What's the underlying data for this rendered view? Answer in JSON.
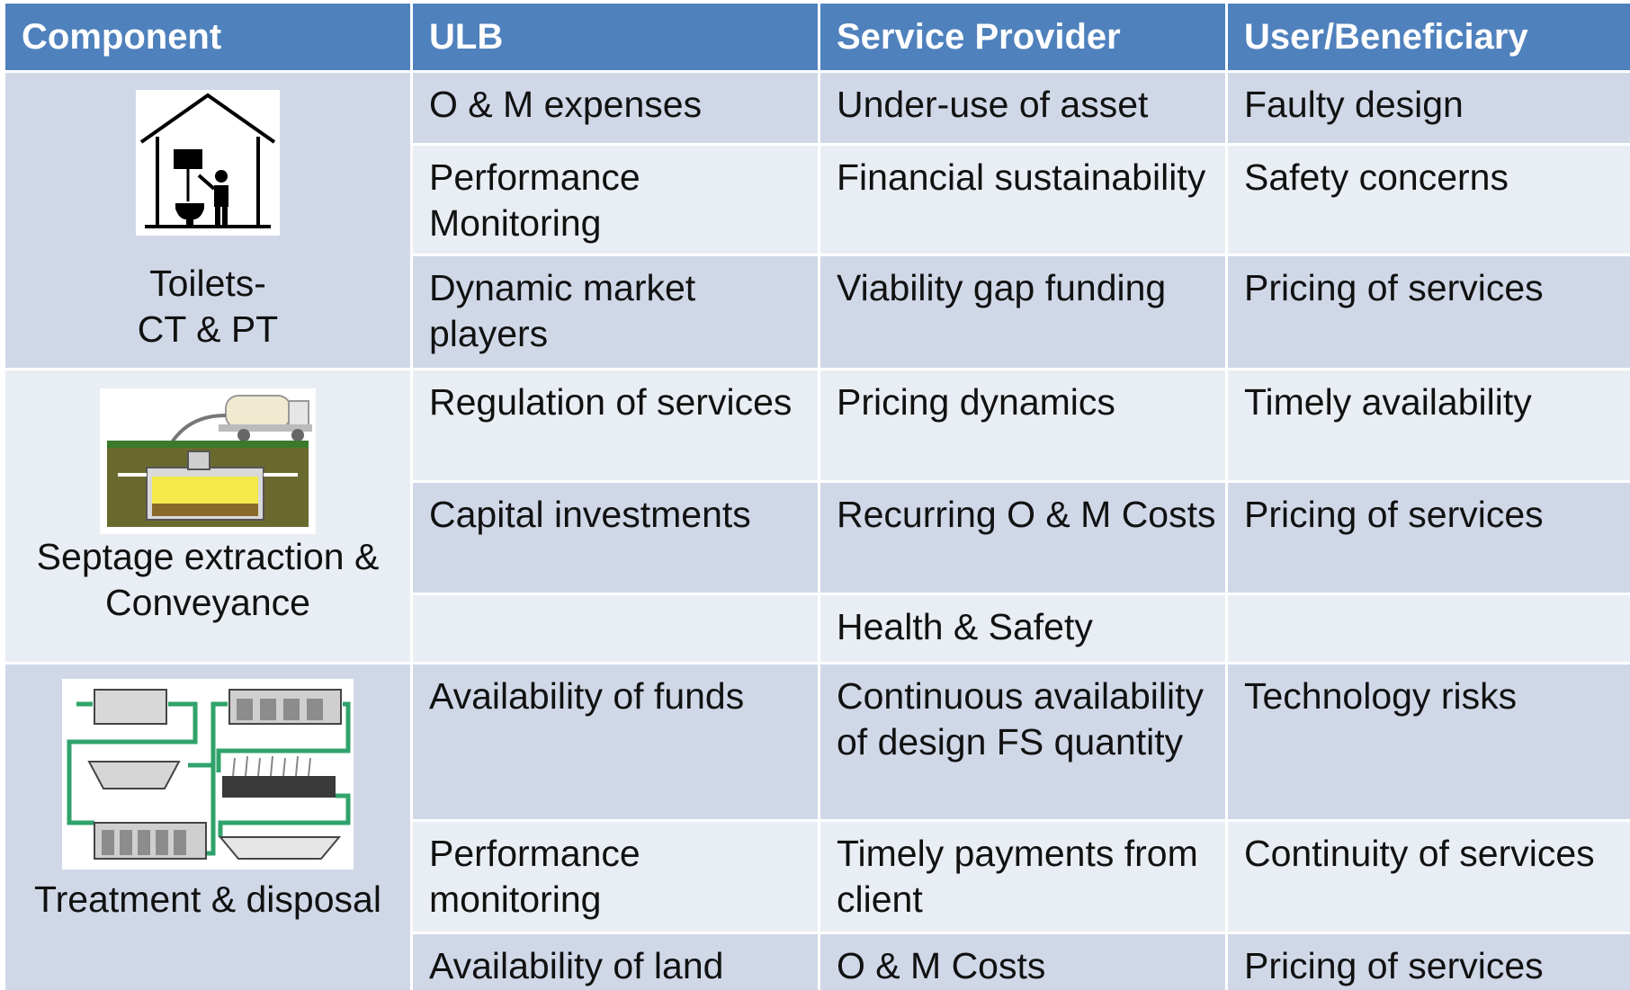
{
  "headers": [
    "Component",
    "ULB",
    "Service Provider",
    "User/Beneficiary"
  ],
  "components": [
    {
      "label_lines": [
        "Toilets-",
        "CT & PT"
      ],
      "image_icon": "toilet-icon"
    },
    {
      "label_lines": [
        "Septage extraction &",
        "Conveyance"
      ],
      "image_icon": "septic-tank-truck-icon"
    },
    {
      "label_lines": [
        "Treatment & disposal"
      ],
      "image_icon": "treatment-plant-diagram-icon"
    }
  ],
  "rows": [
    {
      "ulb": "O & M expenses",
      "provider": "Under-use of asset",
      "user": "Faulty design"
    },
    {
      "ulb": "Performance Monitoring",
      "provider": "Financial sustainability",
      "user": "Safety concerns"
    },
    {
      "ulb": "Dynamic market players",
      "provider": "Viability gap funding",
      "user": "Pricing of services"
    },
    {
      "ulb": "Regulation of services",
      "provider": "Pricing dynamics",
      "user": "Timely availability"
    },
    {
      "ulb": "Capital investments",
      "provider": "Recurring O & M Costs",
      "user": "Pricing of services"
    },
    {
      "ulb": "",
      "provider": "Health & Safety",
      "user": ""
    },
    {
      "ulb": "Availability of funds",
      "provider": "Continuous availability of design FS quantity",
      "user": "Technology risks"
    },
    {
      "ulb": "Performance monitoring",
      "provider": "Timely payments from client",
      "user": "Continuity of services"
    },
    {
      "ulb": "Availability of land",
      "provider": "O & M Costs",
      "user": "Pricing of services"
    }
  ],
  "colors": {
    "header": "#4f81bd",
    "band_dark": "#d0d8e8",
    "band_light": "#e9edf4"
  }
}
